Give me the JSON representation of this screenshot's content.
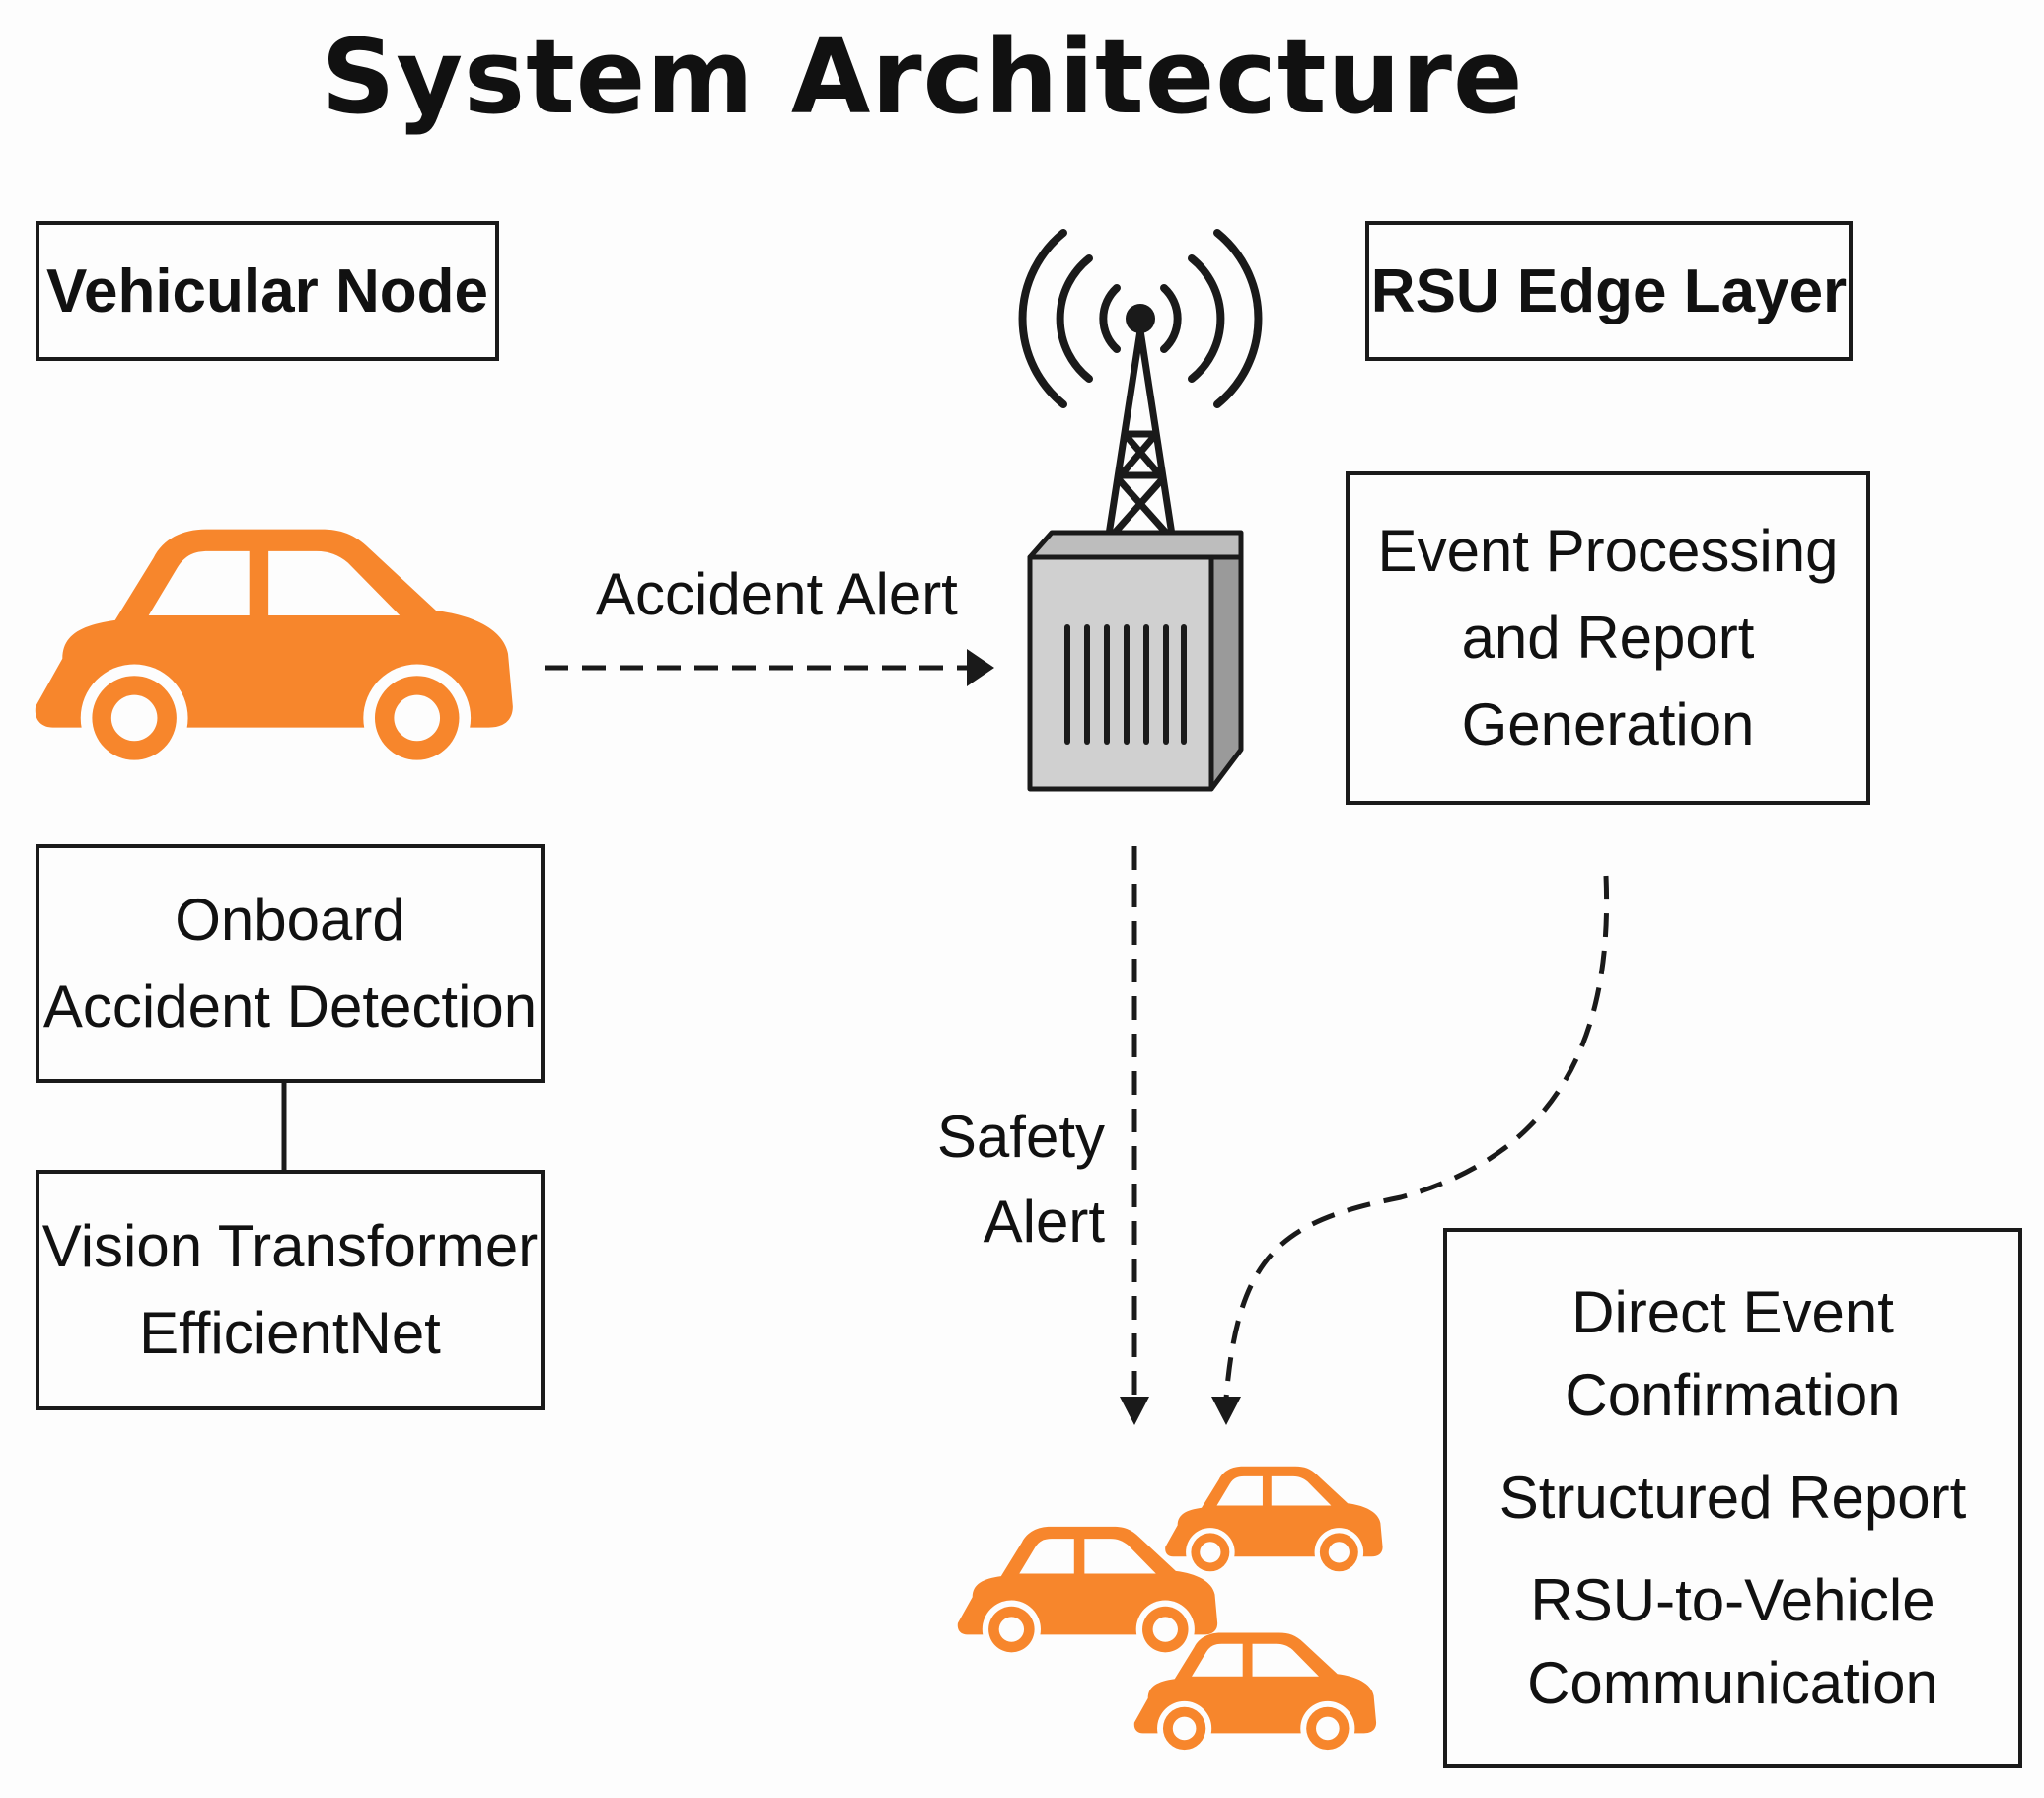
{
  "title": "System Architecture",
  "boxes": {
    "vehicular_node": "Vehicular Node",
    "rsu_edge_layer": "RSU Edge Layer",
    "event_processing": [
      "Event Processing",
      "and Report",
      "Generation"
    ],
    "onboard_detection": [
      "Onboard",
      "Accident Detection"
    ],
    "vision_models": [
      "Vision Transformer",
      "EfficientNet"
    ],
    "rsu_functions": [
      "Direct Event",
      "Confirmation",
      "Structured Report",
      "RSU-to-Vehicle",
      "Communication"
    ]
  },
  "edges": {
    "accident_alert": "Accident Alert",
    "safety_alert": [
      "Safety",
      "Alert"
    ]
  },
  "colors": {
    "vehicle": "#f7862c",
    "line": "#1a1a1a",
    "rsu_unit": "#d0d0d0"
  },
  "icons": [
    "car-icon",
    "rsu-tower-icon",
    "car-group-icon"
  ]
}
